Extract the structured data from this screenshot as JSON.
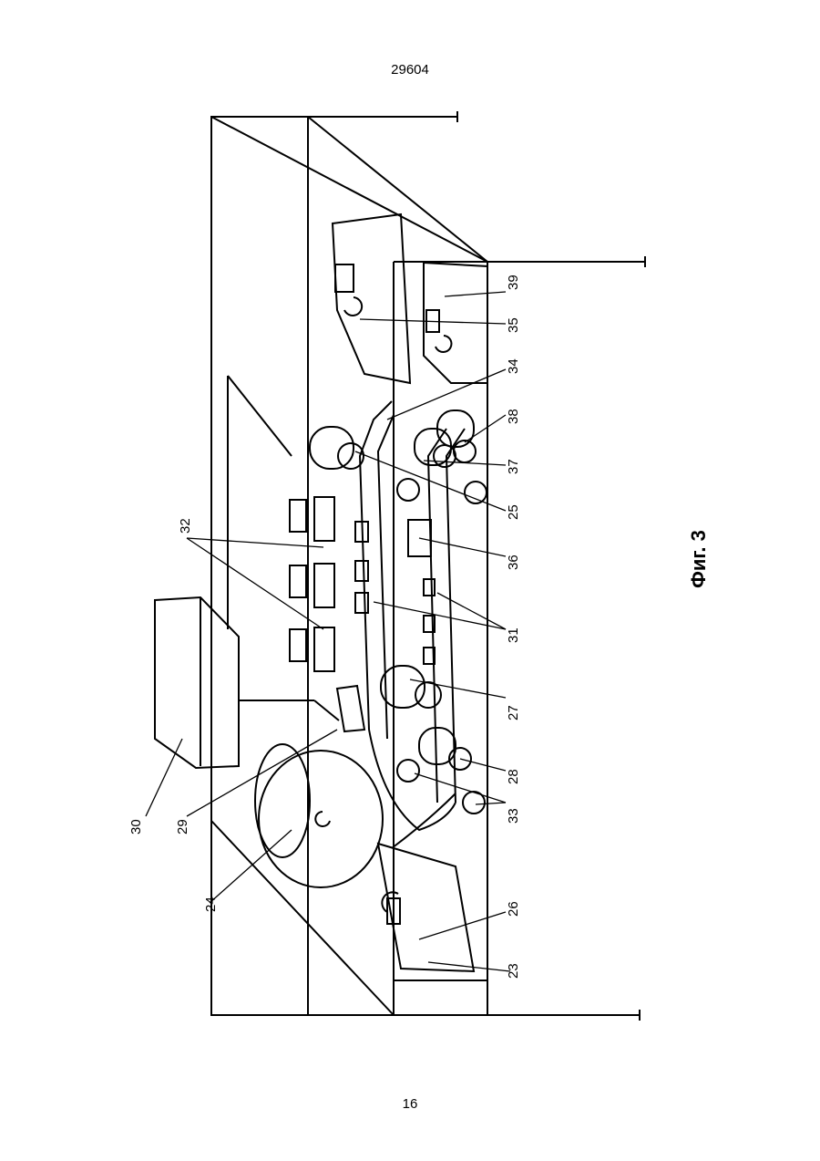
{
  "header": {
    "document_number": "29604"
  },
  "footer": {
    "page_number": "16"
  },
  "figure": {
    "caption": "Фиг. 3",
    "labels": [
      {
        "id": "label-23",
        "text": "23"
      },
      {
        "id": "label-24",
        "text": "24"
      },
      {
        "id": "label-25",
        "text": "25"
      },
      {
        "id": "label-26",
        "text": "26"
      },
      {
        "id": "label-27",
        "text": "27"
      },
      {
        "id": "label-28",
        "text": "28"
      },
      {
        "id": "label-29",
        "text": "29"
      },
      {
        "id": "label-30",
        "text": "30"
      },
      {
        "id": "label-31",
        "text": "31"
      },
      {
        "id": "label-32",
        "text": "32"
      },
      {
        "id": "label-33",
        "text": "33"
      },
      {
        "id": "label-34",
        "text": "34"
      },
      {
        "id": "label-35",
        "text": "35"
      },
      {
        "id": "label-36",
        "text": "36"
      },
      {
        "id": "label-37",
        "text": "37"
      },
      {
        "id": "label-38",
        "text": "38"
      },
      {
        "id": "label-39",
        "text": "39"
      }
    ]
  }
}
